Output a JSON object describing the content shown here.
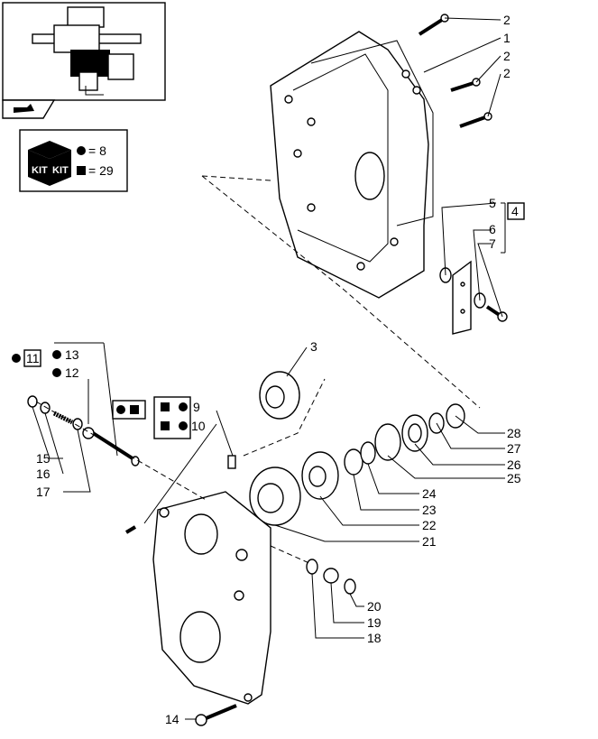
{
  "kit_legend": {
    "kit_text": "KIT",
    "circle_count": "= 8",
    "square_count": "= 29"
  },
  "callouts": [
    "1",
    "2",
    "2",
    "2",
    "3",
    "4",
    "5",
    "6",
    "7",
    "9",
    "10",
    "11",
    "12",
    "13",
    "14",
    "15",
    "16",
    "17",
    "18",
    "19",
    "20",
    "21",
    "22",
    "23",
    "24",
    "25",
    "26",
    "27",
    "28"
  ],
  "colors": {
    "ink": "#000000",
    "paper": "#ffffff"
  }
}
